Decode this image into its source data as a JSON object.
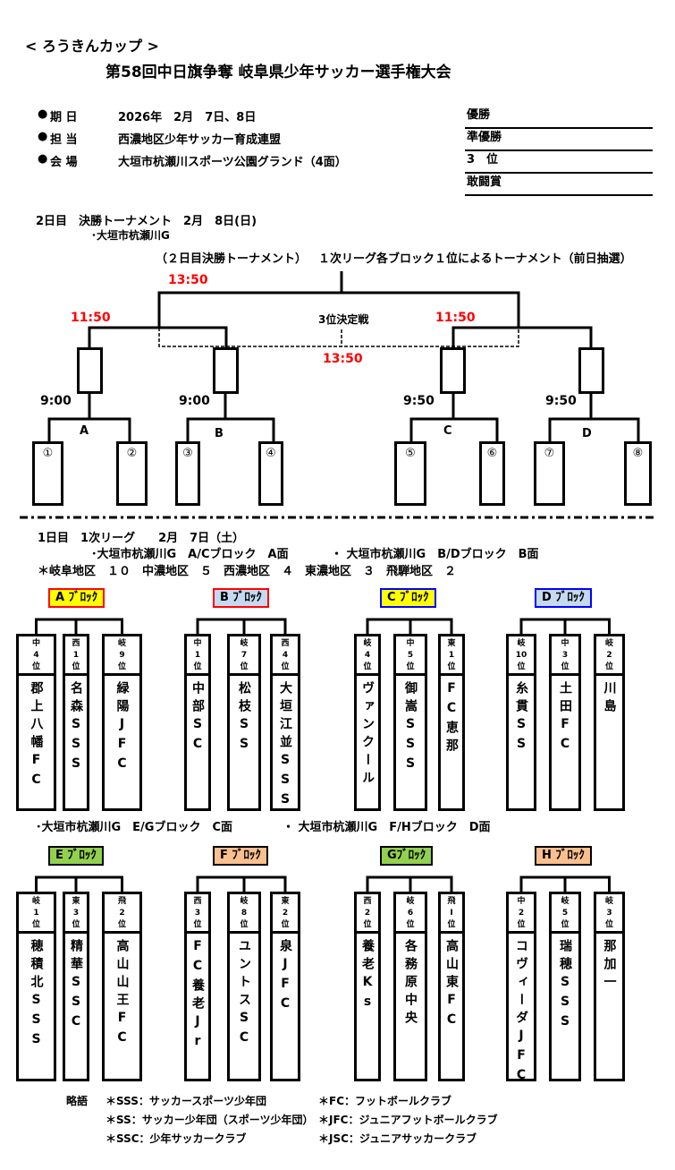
{
  "header": {
    "cup_name": "< ろうきんカップ >",
    "title": "第58回中日旗争奪 岐阜県少年サッカー選手権大会"
  },
  "info": [
    {
      "bullet": "●",
      "label": "期 日",
      "value": "2026年　2月　7日、8日"
    },
    {
      "bullet": "●",
      "label": "担 当",
      "value": "西濃地区少年サッカー育成連盟"
    },
    {
      "bullet": "●",
      "label": "会 場",
      "value": "大垣市杭瀬川スポーツ公園グランド（4面）"
    }
  ],
  "prizes": [
    "優勝",
    "準優勝",
    "3　位",
    "敢闘賞"
  ],
  "day2": {
    "heading": "2日目　決勝トーナメント　2月　8日(日)",
    "venue": "･大垣市杭瀬川G",
    "subtitle_left": "（２日目決勝トーナメント）",
    "subtitle_right": "１次リーグ各ブロック１位によるトーナメント（前日抽選）",
    "final_time": "13:50",
    "semi_left_time": "11:50",
    "semi_right_time": "11:50",
    "third_place_label": "3位決定戦",
    "third_place_time": "13:50",
    "quarterfinals": [
      {
        "label": "A",
        "time": "9:00",
        "slots": [
          "①",
          "②"
        ]
      },
      {
        "label": "B",
        "time": "9:00",
        "slots": [
          "③",
          "④"
        ]
      },
      {
        "label": "C",
        "time": "9:50",
        "slots": [
          "⑤",
          "⑥"
        ]
      },
      {
        "label": "D",
        "time": "9:50",
        "slots": [
          "⑦",
          "⑧"
        ]
      }
    ]
  },
  "day1": {
    "heading": "1日目　1次リーグ　　2月　7日（土）",
    "venue_line1_left": "･大垣市杭瀬川G　A/Cブロック　A面",
    "venue_line1_right": "・ 大垣市杭瀬川G　B/Dブロック　B面",
    "regions": "＊岐阜地区　１０　中濃地区　５　西濃地区　４　東濃地区　３　飛騨地区　２",
    "venue_line2_left": "･大垣市杭瀬川G　E/Gブロック　C面",
    "venue_line2_right": "・ 大垣市杭瀬川G　F/Hブロック　D面",
    "blocks": [
      {
        "label": "A ﾌﾞﾛｯｸ",
        "bg": "#ffff00",
        "border": "#ff0000",
        "teams": [
          {
            "rank": [
              "中",
              "4",
              "位"
            ],
            "name": "郡上八幡FC"
          },
          {
            "rank": [
              "西",
              "1",
              "位"
            ],
            "name": "名森SSS"
          },
          {
            "rank": [
              "岐",
              "9",
              "位"
            ],
            "name": "緑陽JFC"
          }
        ]
      },
      {
        "label": "B ﾌﾞﾛｯｸ",
        "bg": "#c5d9f1",
        "border": "#ff0000",
        "teams": [
          {
            "rank": [
              "中",
              "1",
              "位"
            ],
            "name": "中部SC"
          },
          {
            "rank": [
              "岐",
              "7",
              "位"
            ],
            "name": "松枝SS"
          },
          {
            "rank": [
              "西",
              "4",
              "位"
            ],
            "name": "大垣江並SSS"
          }
        ]
      },
      {
        "label": "C ﾌﾞﾛｯｸ",
        "bg": "#ffff00",
        "border": "#0000ff",
        "teams": [
          {
            "rank": [
              "岐",
              "4",
              "位"
            ],
            "name": "ヴァンクール"
          },
          {
            "rank": [
              "中",
              "5",
              "位"
            ],
            "name": "御嵩SSS"
          },
          {
            "rank": [
              "東",
              "1",
              "位"
            ],
            "name": "FC恵那"
          }
        ]
      },
      {
        "label": "D ﾌﾞﾛｯｸ",
        "bg": "#c5d9f1",
        "border": "#0000ff",
        "teams": [
          {
            "rank": [
              "岐",
              "10",
              "位"
            ],
            "name": "糸貫SS"
          },
          {
            "rank": [
              "中",
              "3",
              "位"
            ],
            "name": "土田FC"
          },
          {
            "rank": [
              "岐",
              "2",
              "位"
            ],
            "name": "川島"
          }
        ]
      },
      {
        "label": "E ﾌﾞﾛｯｸ",
        "bg": "#92d050",
        "border": "#000000",
        "teams": [
          {
            "rank": [
              "岐",
              "1",
              "位"
            ],
            "name": "穂積北SSS"
          },
          {
            "rank": [
              "東",
              "3",
              "位"
            ],
            "name": "精華SSC"
          },
          {
            "rank": [
              "飛",
              "2",
              "位"
            ],
            "name": "高山山王FC"
          }
        ]
      },
      {
        "label": "F ﾌﾞﾛｯｸ",
        "bg": "#fabf8f",
        "border": "#000000",
        "teams": [
          {
            "rank": [
              "西",
              "3",
              "位"
            ],
            "name": "FC養老Jr"
          },
          {
            "rank": [
              "岐",
              "8",
              "位"
            ],
            "name": "ユントスSC"
          },
          {
            "rank": [
              "東",
              "2",
              "位"
            ],
            "name": "泉JFC"
          }
        ]
      },
      {
        "label": "Gﾌﾞﾛｯｸ",
        "bg": "#92d050",
        "border": "#000000",
        "teams": [
          {
            "rank": [
              "西",
              "2",
              "位"
            ],
            "name": "養老Ks"
          },
          {
            "rank": [
              "岐",
              "6",
              "位"
            ],
            "name": "各務原中央"
          },
          {
            "rank": [
              "飛",
              "I",
              "位"
            ],
            "name": "高山東FC"
          }
        ]
      },
      {
        "label": "H ﾌﾞﾛｯｸ",
        "bg": "#fabf8f",
        "border": "#000000",
        "teams": [
          {
            "rank": [
              "中",
              "2",
              "位"
            ],
            "name": "コヴィーダJFC"
          },
          {
            "rank": [
              "岐",
              "5",
              "位"
            ],
            "name": "瑞穂SSS"
          },
          {
            "rank": [
              "岐",
              "3",
              "位"
            ],
            "name": "那加一"
          }
        ]
      }
    ]
  },
  "glossary": {
    "heading": "略語",
    "items": [
      "＊SSS：サッカースポーツ少年団",
      "＊FC：フットボールクラブ",
      "＊SS：サッカー少年団（スポーツ少年団）",
      "＊JFC：ジュニアフットボールクラブ",
      "＊SSC：少年サッカークラブ",
      "＊JSC：ジュニアサッカークラブ"
    ]
  }
}
